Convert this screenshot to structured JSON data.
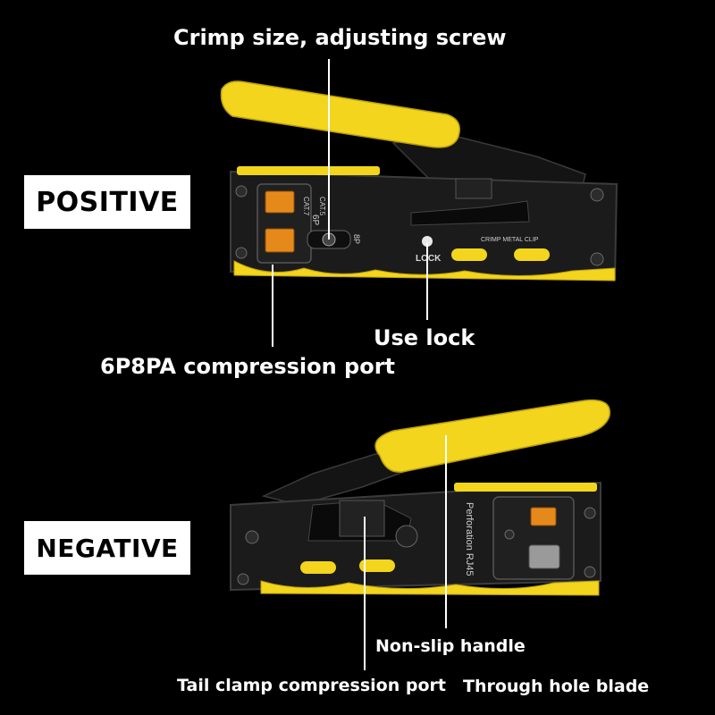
{
  "views": {
    "positive": {
      "tag": "POSITIVE",
      "labels": {
        "screw": "Crimp size, adjusting screw",
        "lock": "Use lock",
        "port": "6P8PA compression port"
      },
      "tool_markings": {
        "size_6p": "6P",
        "size_8p": "8P",
        "cat7": "CAT.7",
        "cat5": "CAT.5",
        "lock": "LOCK",
        "clip": "CRIMP METAL CLIP"
      }
    },
    "negative": {
      "tag": "NEGATIVE",
      "labels": {
        "handle": "Non-slip handle",
        "tail_port": "Tail clamp compression port",
        "blade": "Through hole blade"
      },
      "tool_markings": {
        "perforation": "Perforation RJ45"
      }
    }
  },
  "colors": {
    "handle_yellow": "#F2D51C",
    "body_black": "#1A1A1A",
    "background": "#000000"
  }
}
